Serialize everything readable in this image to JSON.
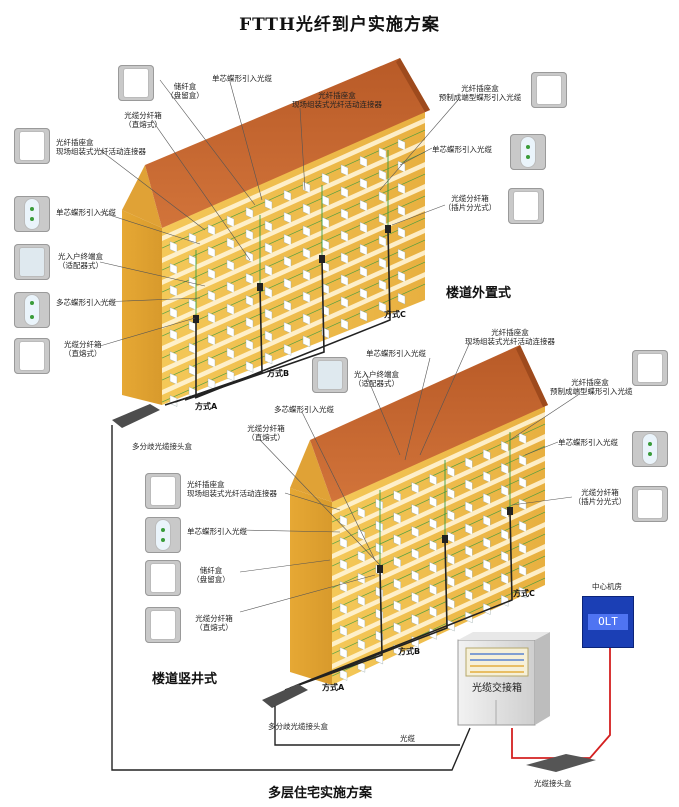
{
  "title": "FTTH光纤到户实施方案",
  "footer_title": "多层住宅实施方案",
  "scheme_top": "楼道外置式",
  "scheme_bottom": "楼道竖井式",
  "top_labels": {
    "splice_box": "储纤盒",
    "splice_box_sub": "（盘留盒）",
    "single_cable_a": "单芯蝶形引入光缆",
    "socket_field_a": "光纤插座盒",
    "socket_field_a_sub": "现场组装式光纤活动连接器",
    "split_box_a": "光缆分纤箱",
    "split_box_a_sub": "（直熔式）",
    "socket_field_b": "光纤插座盒",
    "socket_field_b_sub": "现场组装式光纤活动连接器",
    "socket_pre": "光纤插座盒",
    "socket_pre_sub": "预制成端型蝶形引入光缆",
    "single_cable_b": "单芯蝶形引入光缆",
    "single_cable_c": "单芯蝶形引入光缆",
    "terminal_box": "光入户终端盒",
    "terminal_box_sub": "（适配器式）",
    "multi_cable": "多芯蝶形引入光缆",
    "split_box_b": "光缆分纤箱",
    "split_box_b_sub": "（直熔式）",
    "split_box_c": "光缆分纤箱",
    "split_box_c_sub": "（插片分光式）",
    "way_a": "方式A",
    "way_b": "方式B",
    "way_c": "方式C",
    "joint": "多分歧光缆接头盒"
  },
  "bottom_labels": {
    "terminal_box": "光入户终端盒",
    "terminal_box_sub": "（适配器式）",
    "single_cable_a": "单芯蝶形引入光缆",
    "socket_field_a": "光纤插座盒",
    "socket_field_a_sub": "现场组装式光纤活动连接器",
    "multi_cable": "多芯蝶形引入光缆",
    "split_box_a": "光缆分纤箱",
    "split_box_a_sub": "（直熔式）",
    "socket_pre": "光纤插座盒",
    "socket_pre_sub": "预制成端型蝶形引入光缆",
    "single_cable_b": "单芯蝶形引入光缆",
    "socket_field_b": "光纤插座盒",
    "socket_field_b_sub": "现场组装式光纤活动连接器",
    "single_cable_c": "单芯蝶形引入光缆",
    "split_box_c": "光缆分纤箱",
    "split_box_c_sub": "（插片分光式）",
    "splice_box": "储纤盒",
    "splice_box_sub": "（盘留盒）",
    "split_box_b": "光缆分纤箱",
    "split_box_b_sub": "（直熔式）",
    "way_a": "方式A",
    "way_b": "方式B",
    "way_c": "方式C",
    "joint": "多分歧光缆接头盒"
  },
  "network": {
    "central_office": "中心机房",
    "olt": "OLT",
    "cabinet": "光缆交接箱",
    "cable": "光缆",
    "cable_joint": "光缆接头盒"
  },
  "colors": {
    "wall": "#f0c04a",
    "wall_dark": "#d89a2c",
    "roof": "#c8652d",
    "roof_dark": "#a34f22",
    "band": "#fff6dc",
    "window": "#ffffff",
    "cable_green": "#2f9a3e",
    "cable_black": "#222222",
    "cable_red": "#d42020"
  }
}
